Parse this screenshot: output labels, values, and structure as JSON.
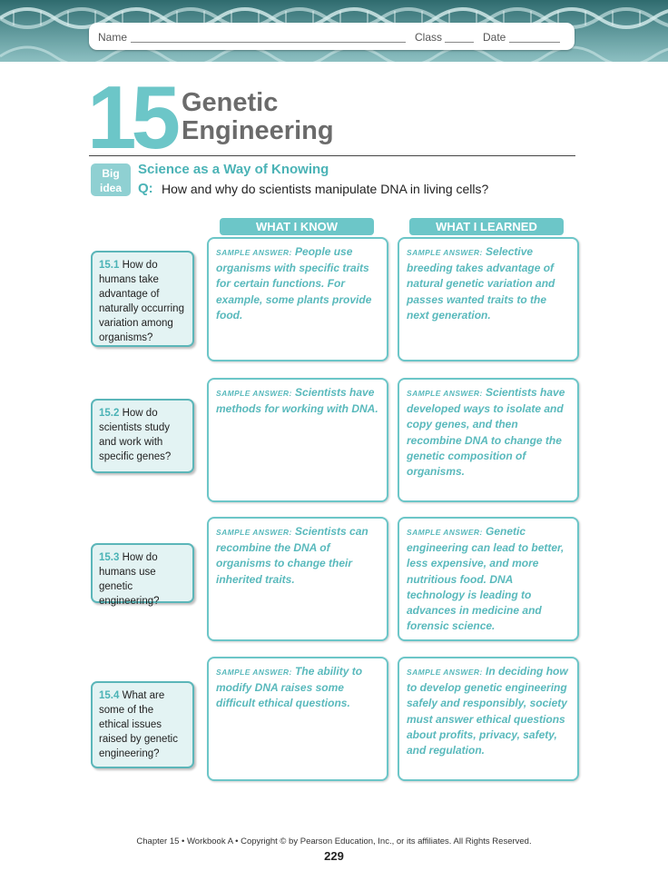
{
  "header": {
    "name_label": "Name",
    "class_label": "Class",
    "date_label": "Date"
  },
  "chapter": {
    "number": "15",
    "title_line1": "Genetic",
    "title_line2": "Engineering"
  },
  "big_idea": {
    "badge_line1": "Big",
    "badge_line2": "idea",
    "title": "Science as a Way of Knowing",
    "q_label": "Q:",
    "question": "How and why do scientists manipulate DNA in living cells?"
  },
  "columns": {
    "know": "WHAT I KNOW",
    "learned": "WHAT I LEARNED"
  },
  "sample_label": "Sample answer:",
  "rows": [
    {
      "num": "15.1",
      "question": "How do humans take advantage of naturally occurring variation among organisms?",
      "know": "People use organisms with specific traits for certain functions. For example, some plants provide food.",
      "learned": "Selective breeding takes advantage of natural genetic variation and passes wanted traits to the next generation."
    },
    {
      "num": "15.2",
      "question": "How do scientists study and work with specific genes?",
      "know": "Scientists have methods for working with DNA.",
      "learned": "Scientists have developed ways to isolate and copy genes, and then recombine DNA to change the genetic composition of organisms."
    },
    {
      "num": "15.3",
      "question": "How do humans use genetic engineering?",
      "know": "Scientists can recombine the DNA of organisms to change their inherited traits.",
      "learned": "Genetic engineering can lead to better, less expensive, and more nutritious food. DNA technology is leading to advances in medicine and forensic science."
    },
    {
      "num": "15.4",
      "question": "What are some of the ethical issues raised by genetic engineering?",
      "know": "The ability to modify DNA raises some difficult ethical questions.",
      "learned": "In deciding how to develop genetic engineering safely and responsibly, society must answer ethical questions about profits, privacy, safety, and regulation."
    }
  ],
  "footer": {
    "copyright": "Chapter 15 • Workbook A • Copyright © by Pearson Education, Inc., or its affiliates. All Rights Reserved.",
    "page": "229"
  },
  "colors": {
    "accent": "#6cc6c8",
    "accent_dark": "#4bb3b6",
    "box_fill": "#e3f3f3",
    "banner": "#2f6b6e"
  }
}
